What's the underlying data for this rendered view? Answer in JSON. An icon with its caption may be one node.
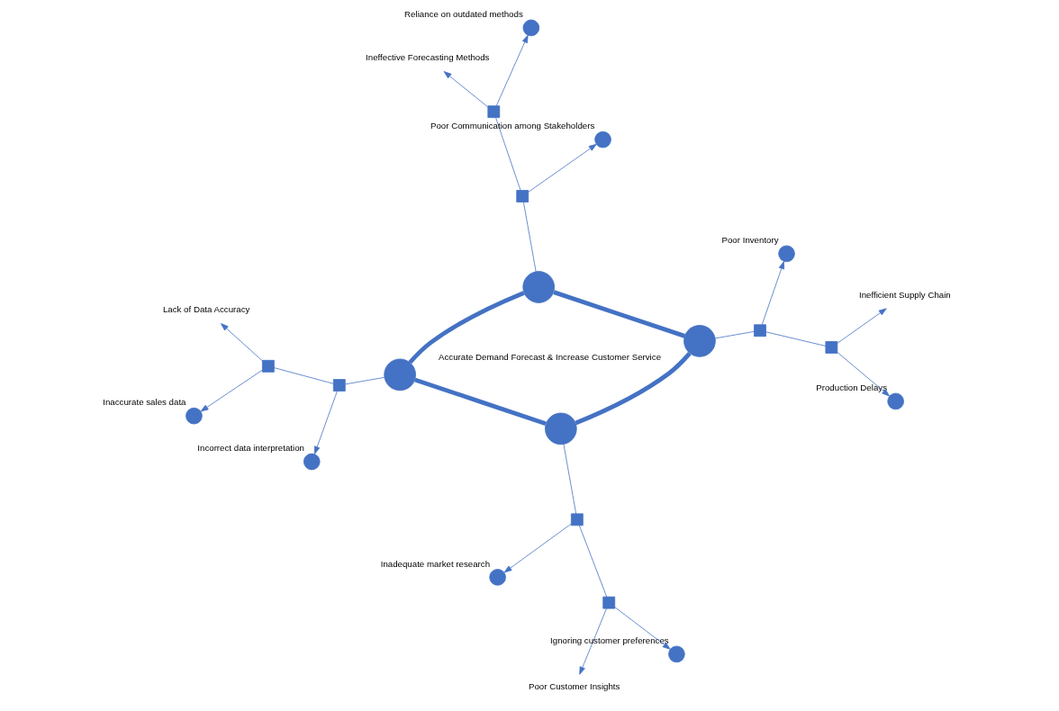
{
  "diagram": {
    "nodes": [
      {
        "text": [
          "Accurate Demand Forecast & Increase Customer Service"
        ]
      },
      {
        "text": [],
        "shape": "circle"
      },
      {
        "text": [],
        "shape": "circle"
      },
      {
        "text": [],
        "shape": "circle"
      },
      {
        "text": [],
        "shape": "circle"
      },
      {
        "text": [
          "Poor Customer Insights"
        ]
      },
      {
        "text": [],
        "shape": "circle",
        "beside": [
          "Inadequate market research"
        ]
      },
      {
        "text": [],
        "shape": "box"
      },
      {
        "text": [],
        "shape": "box"
      },
      {
        "text": [],
        "shape": "circle",
        "beside": [
          "Ignoring customer preferences"
        ]
      },
      {
        "text": [],
        "shape": "circle",
        "beside": [
          "Production Delays"
        ]
      },
      {
        "text": [],
        "shape": "circle",
        "beside": [
          "Incorrect data interpretation"
        ]
      },
      {
        "text": [
          "Inefficient Supply Chain"
        ]
      },
      {
        "text": [],
        "shape": "box"
      },
      {
        "text": [],
        "shape": "box"
      },
      {
        "text": [],
        "shape": "box"
      },
      {
        "text": [],
        "shape": "box"
      },
      {
        "text": [
          "Lack of Data Accuracy"
        ]
      },
      {
        "text": [],
        "shape": "circle",
        "beside": [
          "Poor Inventory"
        ]
      },
      {
        "text": [],
        "shape": "circle",
        "beside": [
          "Inaccurate sales data"
        ]
      },
      {
        "text": [],
        "shape": "box"
      },
      {
        "text": [],
        "shape": "box"
      },
      {
        "text": [],
        "shape": "circle",
        "beside": [
          "Poor Communication among Stakeholders"
        ]
      },
      {
        "text": [],
        "shape": "circle",
        "beside": [
          "Reliance on outdated methods"
        ]
      },
      {
        "text": [
          "Ineffective Forecasting Methods"
        ]
      }
    ],
    "edges": [
      {
        "from": 1,
        "to": 8,
        "arrow": "none"
      },
      {
        "from": 8,
        "to": 7,
        "arrow": "none"
      },
      {
        "from": 7,
        "to": 5,
        "arrow": "to"
      },
      {
        "from": 8,
        "to": 6,
        "arrow": "to"
      },
      {
        "from": 7,
        "to": 9,
        "arrow": "to"
      },
      {
        "from": 2,
        "to": 14,
        "arrow": "none"
      },
      {
        "from": 14,
        "to": 13,
        "arrow": "none"
      },
      {
        "from": 13,
        "to": 12,
        "arrow": "to"
      },
      {
        "from": 13,
        "to": 10,
        "arrow": "to"
      },
      {
        "from": 14,
        "to": 18,
        "arrow": "to"
      },
      {
        "from": 3,
        "to": 15,
        "arrow": "none"
      },
      {
        "from": 15,
        "to": 16,
        "arrow": "none"
      },
      {
        "from": 16,
        "to": 17,
        "arrow": "to"
      },
      {
        "from": 15,
        "to": 11,
        "arrow": "to"
      },
      {
        "from": 16,
        "to": 19,
        "arrow": "to"
      },
      {
        "from": 4,
        "to": 20,
        "arrow": "none"
      },
      {
        "from": 20,
        "to": 21,
        "arrow": "none"
      },
      {
        "from": 21,
        "to": 24,
        "arrow": "to"
      },
      {
        "from": 20,
        "to": 22,
        "arrow": "to"
      },
      {
        "from": 21,
        "to": 23,
        "arrow": "to"
      },
      {
        "from": 1,
        "to": 3,
        "arrow": "none",
        "style": "thick"
      },
      {
        "from": 3,
        "to": 4,
        "arrow": "none",
        "style": "thick"
      },
      {
        "from": 4,
        "to": 2,
        "arrow": "none",
        "style": "thick"
      },
      {
        "from": 2,
        "to": 1,
        "arrow": "none",
        "style": "thick"
      }
    ]
  }
}
